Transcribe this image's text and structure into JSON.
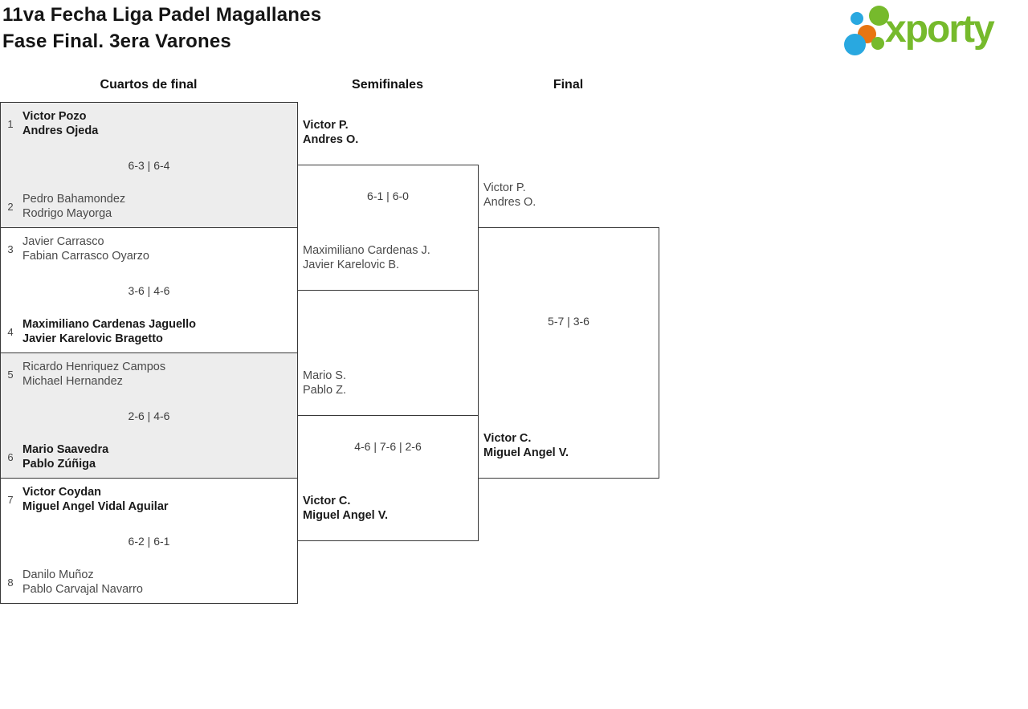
{
  "header": {
    "title_line1": "11va Fecha Liga Padel Magallanes",
    "title_line2": "Fase Final. 3era Varones"
  },
  "logo": {
    "text": "xporty",
    "green": "#76ba2c",
    "blue": "#29a8e0",
    "orange": "#e87511"
  },
  "round_headers": {
    "quarterfinals": "Cuartos de final",
    "semifinals": "Semifinales",
    "final": "Final"
  },
  "colors": {
    "box_border": "#383838",
    "shaded_box_bg": "#ededed",
    "winner_text": "#1a1a1a",
    "regular_text": "#4a4a4a"
  },
  "quarterfinals": [
    {
      "seed_top": "1",
      "team_top_line1": "Victor Pozo",
      "team_top_line2": "Andres Ojeda",
      "top_is_winner": true,
      "score": "6-3 | 6-4",
      "seed_bottom": "2",
      "team_bottom_line1": "Pedro Bahamondez",
      "team_bottom_line2": "Rodrigo Mayorga",
      "bottom_is_winner": false
    },
    {
      "seed_top": "3",
      "team_top_line1": "Javier Carrasco",
      "team_top_line2": "Fabian Carrasco Oyarzo",
      "top_is_winner": false,
      "score": "3-6 | 4-6",
      "seed_bottom": "4",
      "team_bottom_line1": "Maximiliano Cardenas Jaguello",
      "team_bottom_line2": "Javier Karelovic Bragetto",
      "bottom_is_winner": true
    },
    {
      "seed_top": "5",
      "team_top_line1": "Ricardo Henriquez Campos",
      "team_top_line2": "Michael Hernandez",
      "top_is_winner": false,
      "score": "2-6 | 4-6",
      "seed_bottom": "6",
      "team_bottom_line1": "Mario Saavedra",
      "team_bottom_line2": "Pablo Zúñiga",
      "bottom_is_winner": true
    },
    {
      "seed_top": "7",
      "team_top_line1": "Victor Coydan",
      "team_top_line2": "Miguel Angel Vidal Aguilar",
      "top_is_winner": true,
      "score": "6-2 | 6-1",
      "seed_bottom": "8",
      "team_bottom_line1": "Danilo Muñoz",
      "team_bottom_line2": "Pablo Carvajal Navarro",
      "bottom_is_winner": false
    }
  ],
  "semifinals": [
    {
      "team_top_line1": "Victor P.",
      "team_top_line2": "Andres O.",
      "top_is_winner": true,
      "score": "6-1 | 6-0",
      "team_bottom_line1": "Maximiliano Cardenas J.",
      "team_bottom_line2": "Javier Karelovic B.",
      "bottom_is_winner": false
    },
    {
      "team_top_line1": "Mario S.",
      "team_top_line2": "Pablo Z.",
      "top_is_winner": false,
      "score": "4-6 | 7-6 | 2-6",
      "team_bottom_line1": "Victor C.",
      "team_bottom_line2": "Miguel Angel V.",
      "bottom_is_winner": true
    }
  ],
  "final": {
    "team_top_line1": "Victor P.",
    "team_top_line2": "Andres O.",
    "top_is_winner": false,
    "score": "5-7 | 3-6",
    "team_bottom_line1": "Victor C.",
    "team_bottom_line2": "Miguel Angel V.",
    "bottom_is_winner": true
  }
}
